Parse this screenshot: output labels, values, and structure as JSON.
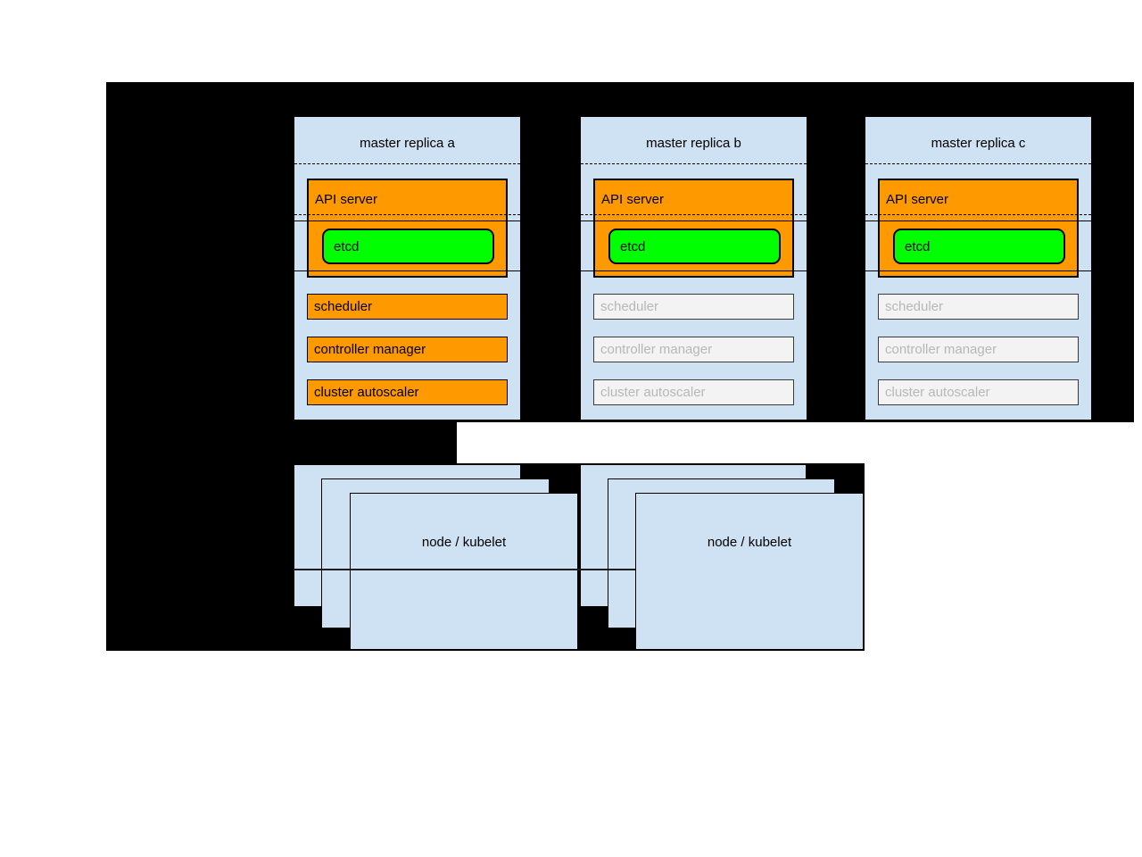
{
  "colors": {
    "background": "#000000",
    "box_blue": "#cfe2f3",
    "orange": "#ff9900",
    "green": "#00ff00",
    "inactive_fill": "#f3f3f3",
    "inactive_text": "#b7b7b7"
  },
  "replicas": [
    {
      "title": "master replica a",
      "state": "active",
      "api_server": "API server",
      "etcd": "etcd",
      "components": [
        {
          "label": "scheduler",
          "state": "active"
        },
        {
          "label": "controller manager",
          "state": "active"
        },
        {
          "label": "cluster autoscaler",
          "state": "active"
        }
      ]
    },
    {
      "title": "master replica b",
      "state": "standby",
      "api_server": "API server",
      "etcd": "etcd",
      "components": [
        {
          "label": "scheduler",
          "state": "inactive"
        },
        {
          "label": "controller manager",
          "state": "inactive"
        },
        {
          "label": "cluster autoscaler",
          "state": "inactive"
        }
      ]
    },
    {
      "title": "master replica c",
      "state": "standby",
      "api_server": "API server",
      "etcd": "etcd",
      "components": [
        {
          "label": "scheduler",
          "state": "inactive"
        },
        {
          "label": "controller manager",
          "state": "inactive"
        },
        {
          "label": "cluster autoscaler",
          "state": "inactive"
        }
      ]
    }
  ],
  "node_stacks": [
    {
      "label": "node / kubelet"
    },
    {
      "label": "node / kubelet"
    }
  ]
}
